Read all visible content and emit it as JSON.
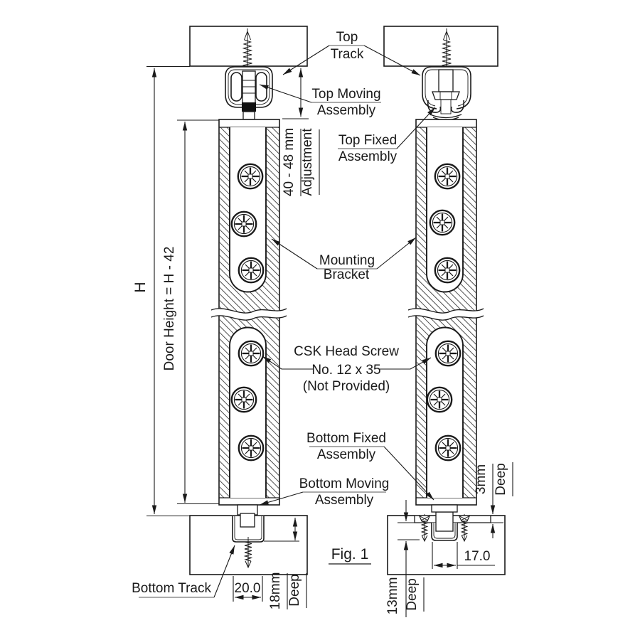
{
  "figure_caption": "Fig. 1",
  "labels": {
    "top_track": {
      "line1": "Top",
      "line2": "Track"
    },
    "top_moving_assembly": {
      "line1": "Top Moving",
      "line2": "Assembly"
    },
    "top_fixed_assembly": {
      "line1": "Top Fixed",
      "line2": "Assembly"
    },
    "mounting_bracket": {
      "line1": "Mounting",
      "line2": "Bracket"
    },
    "csk_screw": {
      "line1": "CSK Head Screw",
      "line2": "No. 12 x 35",
      "line3": "(Not Provided)"
    },
    "bottom_fixed_assembly": {
      "line1": "Bottom Fixed",
      "line2": "Assembly"
    },
    "bottom_moving_assembly": {
      "line1": "Bottom Moving",
      "line2": "Assembly"
    },
    "bottom_track": {
      "line1": "Bottom Track"
    }
  },
  "dimensions": {
    "overall_height": "H",
    "door_height": "Door Height = H - 42",
    "adjustment_range": "40 - 48 mm",
    "adjustment_label": "Adjustment",
    "bottom_track_width": "20.0",
    "bottom_track_depth": "18mm",
    "bottom_track_depth_label": "Deep",
    "socket_recess_depth": "3mm",
    "socket_recess_depth_label": "Deep",
    "socket_depth": "13mm",
    "socket_depth_label": "Deep",
    "socket_width": "17.0"
  },
  "colors": {
    "line": "#1a1a1a",
    "background": "#ffffff",
    "underline": "#8f8f8f"
  }
}
